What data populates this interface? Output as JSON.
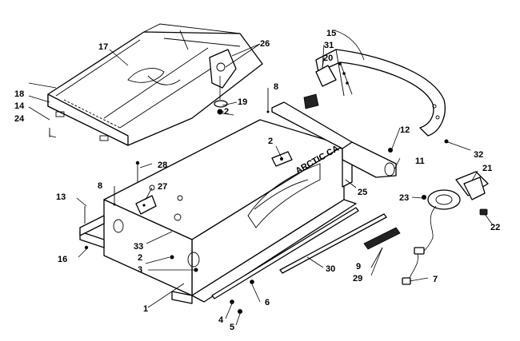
{
  "diagram": {
    "callouts": [
      {
        "id": "1",
        "label": "1"
      },
      {
        "id": "2a",
        "label": "2"
      },
      {
        "id": "2b",
        "label": "2"
      },
      {
        "id": "2c",
        "label": "2"
      },
      {
        "id": "3",
        "label": "3"
      },
      {
        "id": "4",
        "label": "4"
      },
      {
        "id": "5",
        "label": "5"
      },
      {
        "id": "6",
        "label": "6"
      },
      {
        "id": "7",
        "label": "7"
      },
      {
        "id": "8a",
        "label": "8"
      },
      {
        "id": "8b",
        "label": "8"
      },
      {
        "id": "9",
        "label": "9"
      },
      {
        "id": "11",
        "label": "11"
      },
      {
        "id": "12",
        "label": "12"
      },
      {
        "id": "13",
        "label": "13"
      },
      {
        "id": "14",
        "label": "14"
      },
      {
        "id": "15",
        "label": "15"
      },
      {
        "id": "16",
        "label": "16"
      },
      {
        "id": "17",
        "label": "17"
      },
      {
        "id": "18",
        "label": "18"
      },
      {
        "id": "19",
        "label": "19"
      },
      {
        "id": "20",
        "label": "20"
      },
      {
        "id": "21",
        "label": "21"
      },
      {
        "id": "22",
        "label": "22"
      },
      {
        "id": "23",
        "label": "23"
      },
      {
        "id": "24",
        "label": "24"
      },
      {
        "id": "25",
        "label": "25"
      },
      {
        "id": "26",
        "label": "26"
      },
      {
        "id": "27",
        "label": "27"
      },
      {
        "id": "28",
        "label": "28"
      },
      {
        "id": "29",
        "label": "29"
      },
      {
        "id": "30",
        "label": "30"
      },
      {
        "id": "31",
        "label": "31"
      },
      {
        "id": "32",
        "label": "32"
      },
      {
        "id": "33",
        "label": "33"
      }
    ],
    "decal_text": "ARCTIC CAT"
  }
}
